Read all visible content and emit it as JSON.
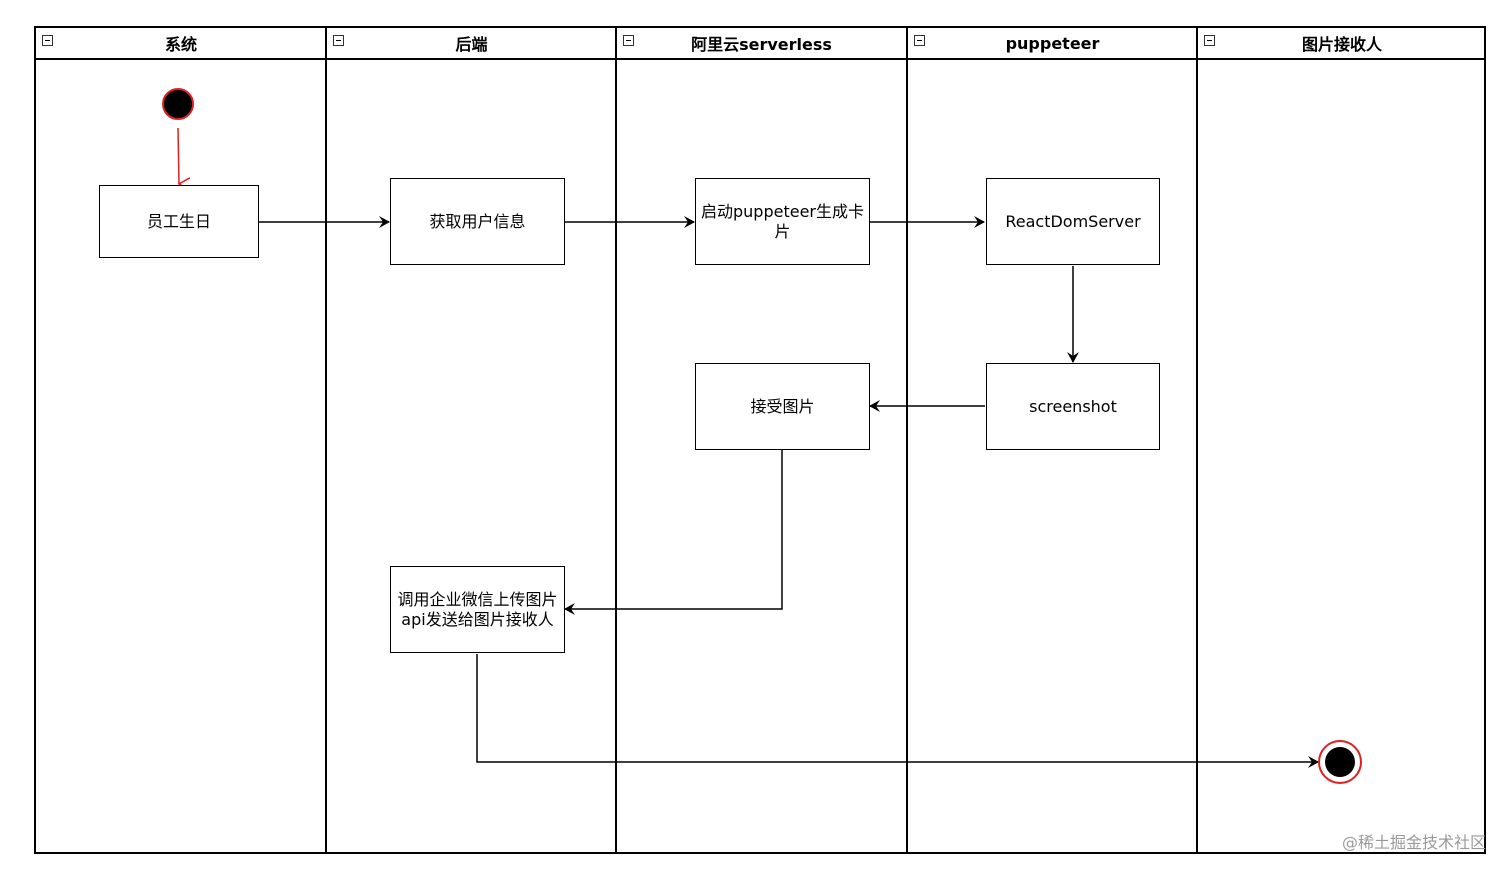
{
  "lanes": [
    {
      "id": "system",
      "label": "系统"
    },
    {
      "id": "backend",
      "label": "后端"
    },
    {
      "id": "aliyun",
      "label": "阿里云serverless"
    },
    {
      "id": "puppeteer",
      "label": "puppeteer"
    },
    {
      "id": "receiver",
      "label": "图片接收人"
    }
  ],
  "nodes": {
    "employee_birthday": "员工生日",
    "get_user_info": "获取用户信息",
    "launch_puppeteer": "启动puppeteer生成卡片",
    "react_dom_server": "ReactDomServer",
    "screenshot": "screenshot",
    "receive_image": "接受图片",
    "wecom_upload": "调用企业微信上传图片api发送给图片接收人"
  },
  "edges": [
    {
      "from": "start",
      "to": "employee_birthday",
      "color": "#e02020"
    },
    {
      "from": "employee_birthday",
      "to": "get_user_info",
      "color": "#000000"
    },
    {
      "from": "get_user_info",
      "to": "launch_puppeteer",
      "color": "#000000"
    },
    {
      "from": "launch_puppeteer",
      "to": "react_dom_server",
      "color": "#000000"
    },
    {
      "from": "react_dom_server",
      "to": "screenshot",
      "color": "#000000"
    },
    {
      "from": "screenshot",
      "to": "receive_image",
      "color": "#000000"
    },
    {
      "from": "receive_image",
      "to": "wecom_upload",
      "color": "#000000"
    },
    {
      "from": "wecom_upload",
      "to": "end",
      "color": "#000000"
    }
  ],
  "colors": {
    "start_end_outline": "#e02020",
    "fill": "#000000",
    "line": "#000000"
  },
  "watermark": "@稀土掘金技术社区"
}
